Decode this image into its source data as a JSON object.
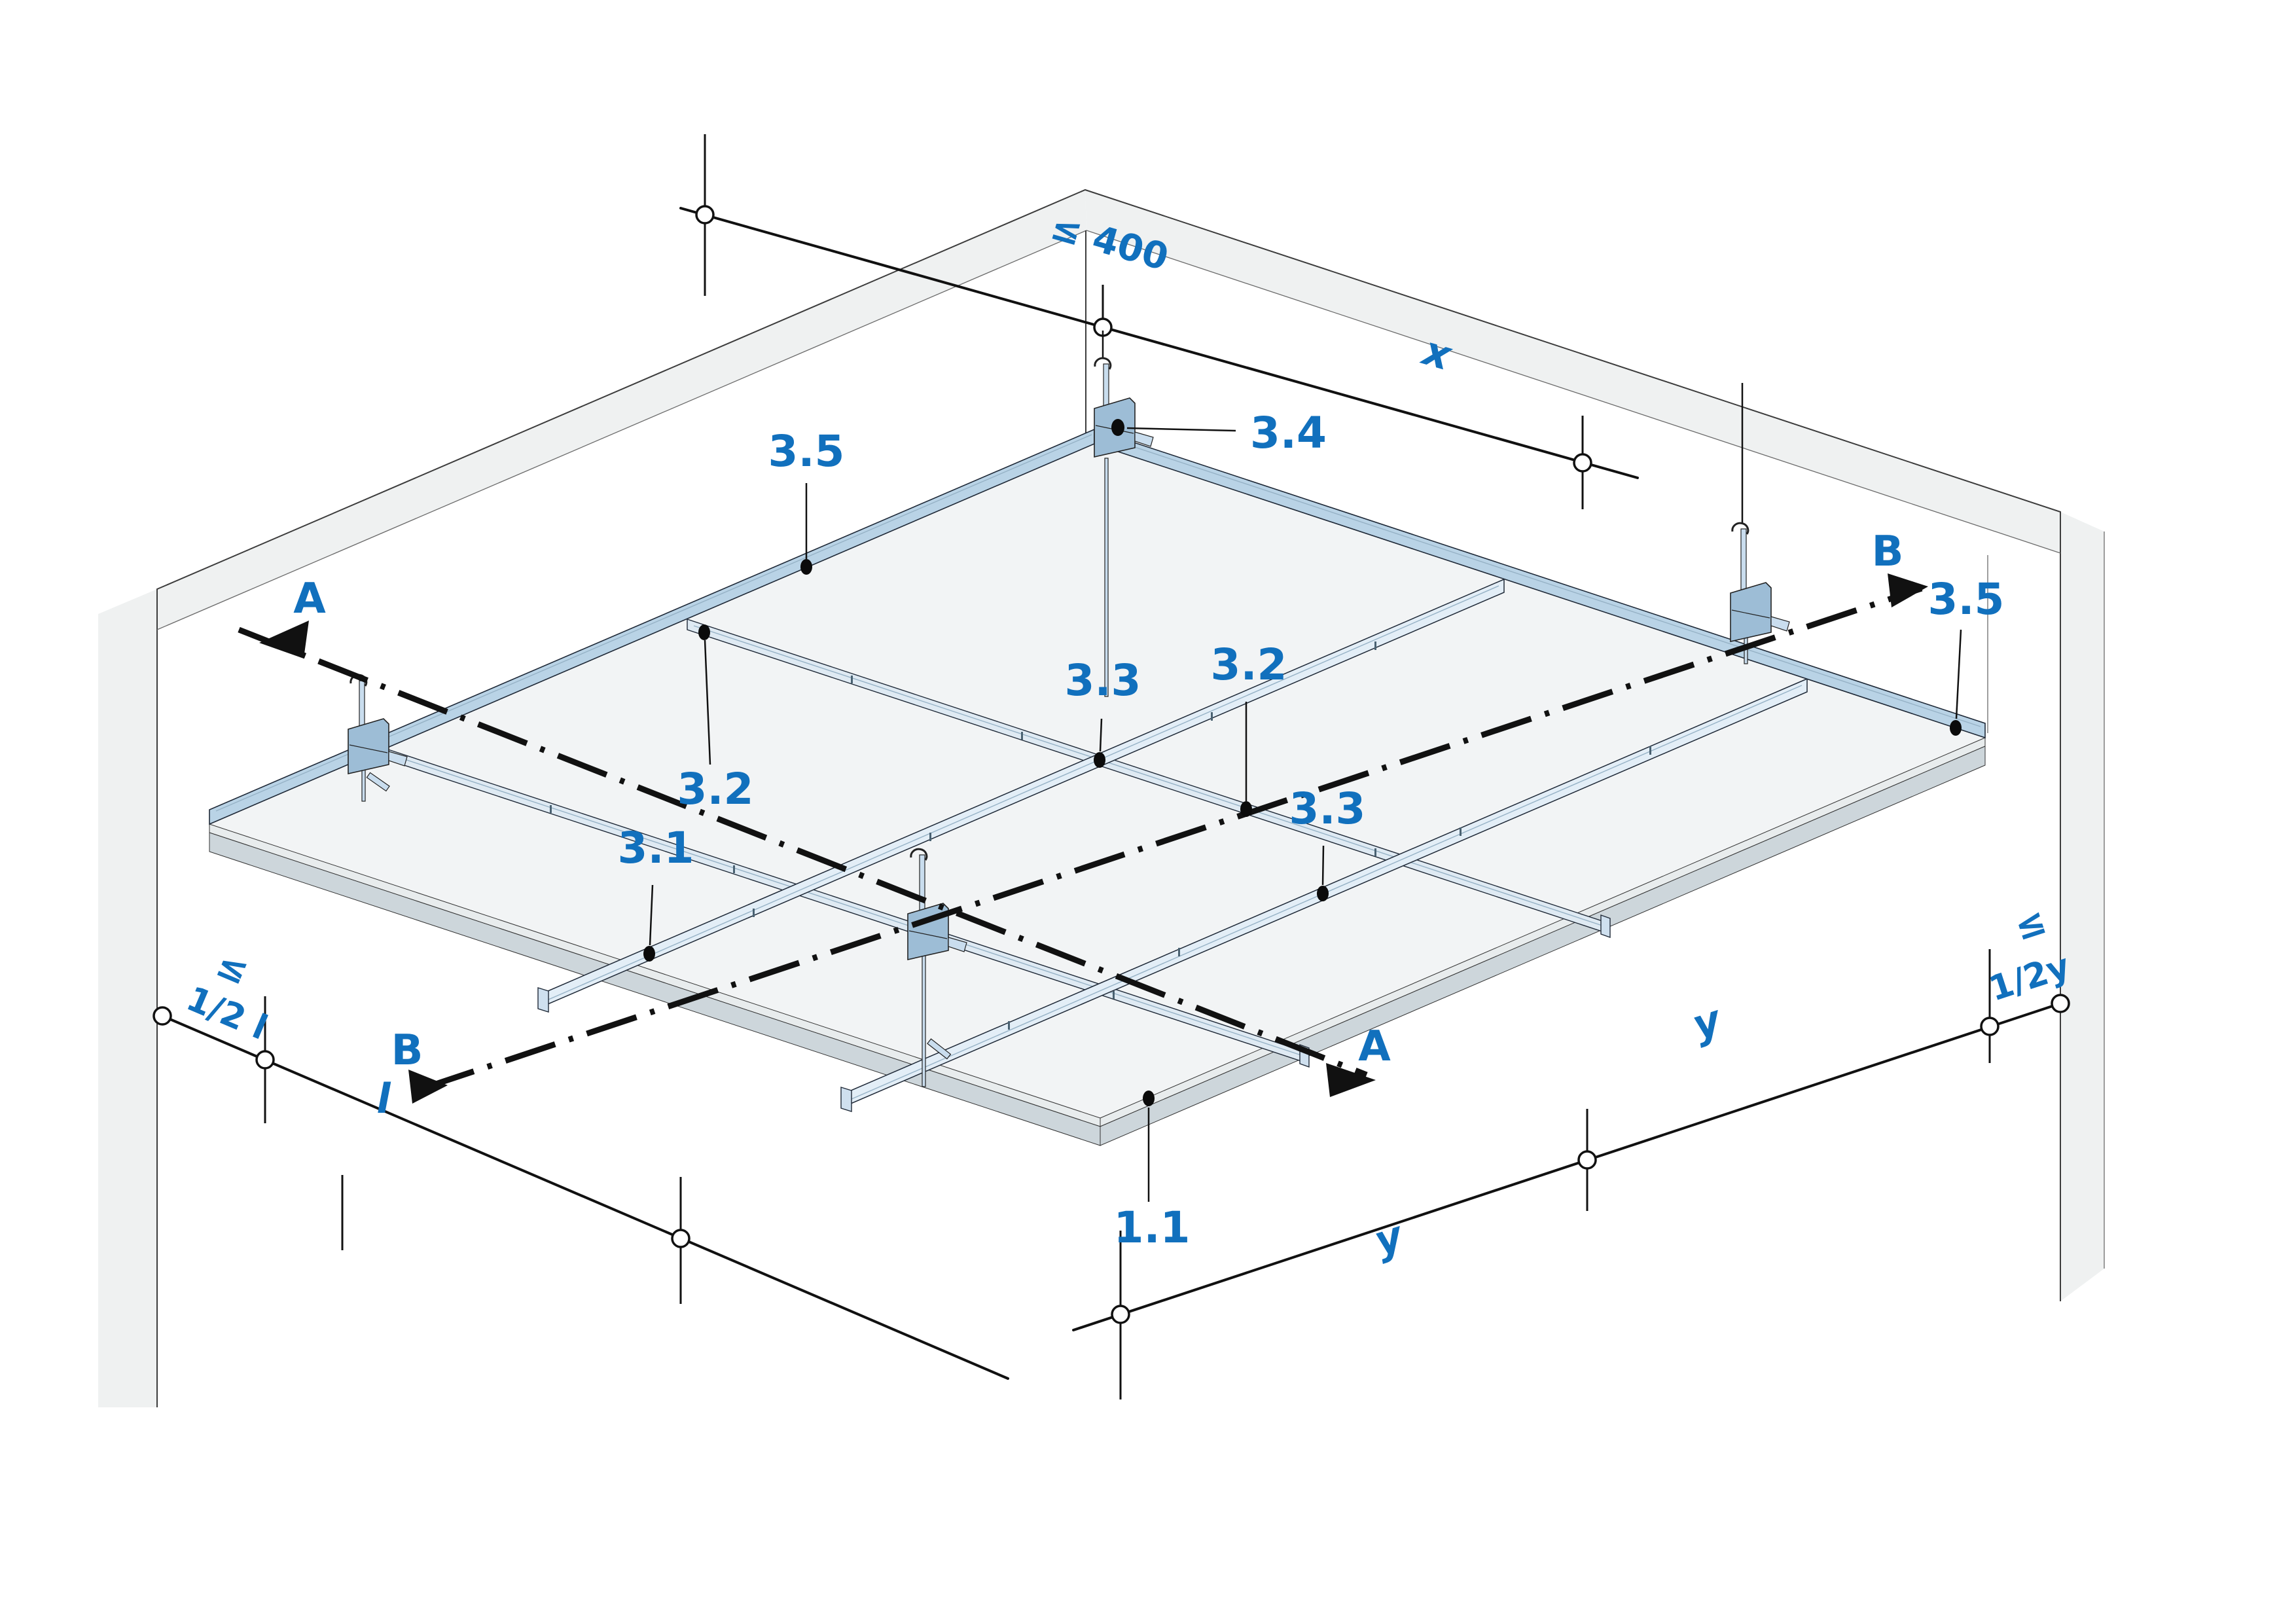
{
  "labels": {
    "main_runner": "3.1",
    "cross_tee_long": "3.2",
    "cross_tee_short": "3.3",
    "hanger": "3.4",
    "perimeter_trim": "3.5",
    "ceiling_tile": "1.1"
  },
  "dims": {
    "hanger_spacing": "≤ 400",
    "x": "x",
    "y": "y",
    "l": "l",
    "leq": "≤",
    "half_l": "1/2 l",
    "half_y": "1/2y"
  },
  "sections": {
    "a": "A",
    "b": "B"
  },
  "colors": {
    "accent": "#1170BD",
    "line": "#111111",
    "profile_fill": "#DFEAF3",
    "trim_fill": "#B9D3E6",
    "tile_fill": "#F2F4F5",
    "tile_edge": "#CDD6DB",
    "wall_band": "#EFF1F1"
  }
}
